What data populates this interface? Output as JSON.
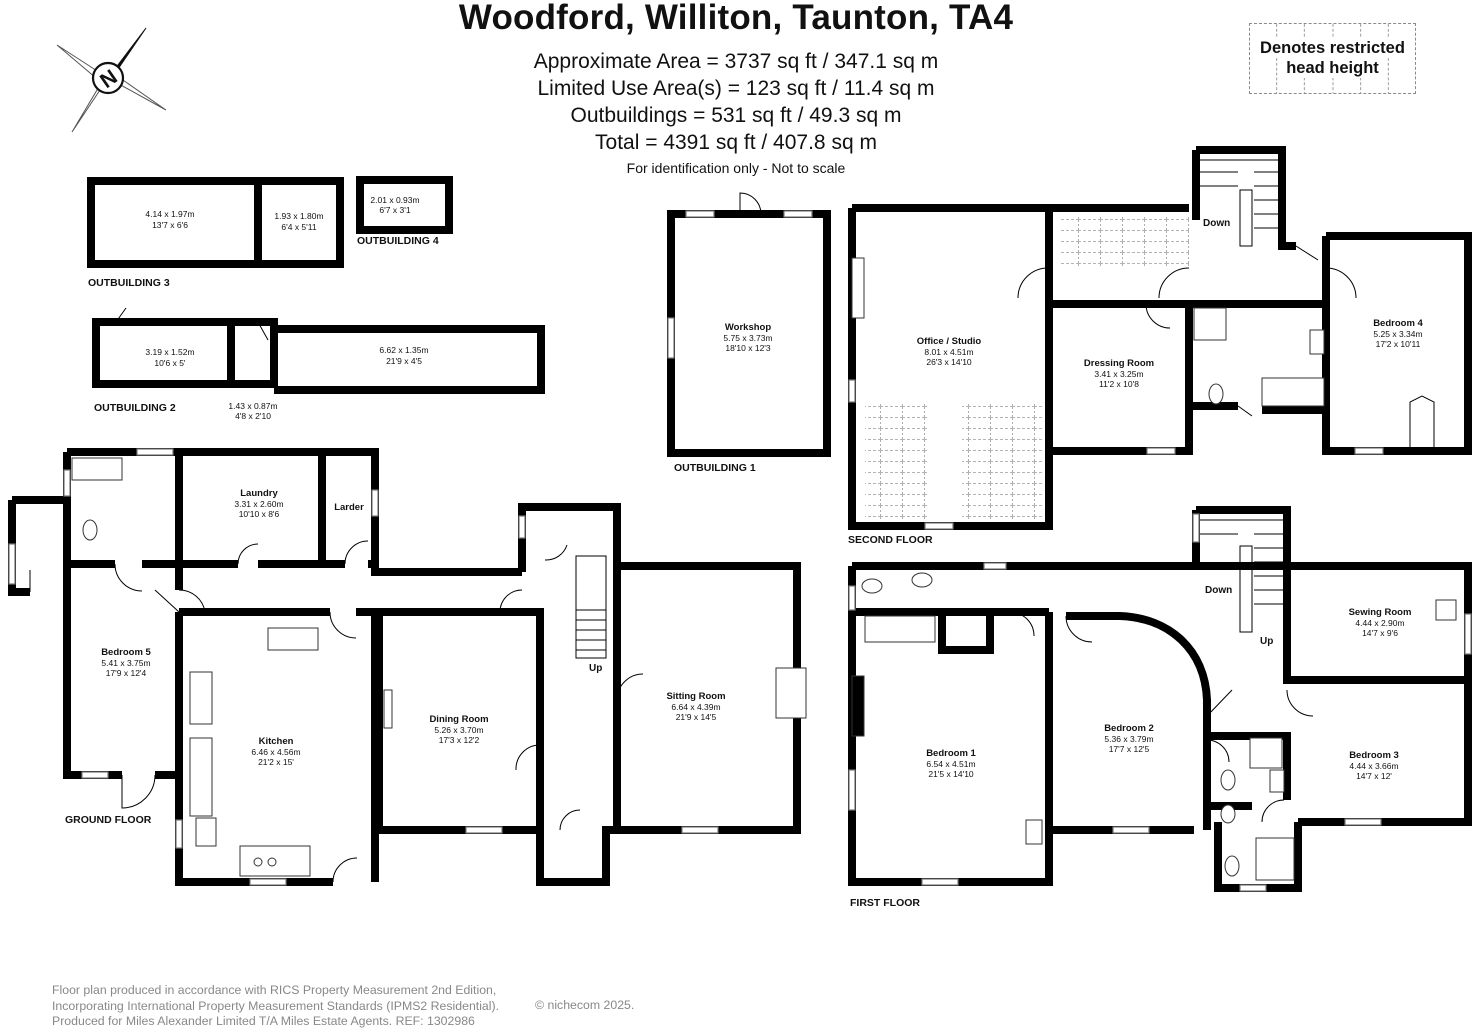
{
  "header": {
    "title": "Woodford, Williton, Taunton, TA4",
    "area_lines": [
      "Approximate Area = 3737 sq ft / 347.1 sq m",
      "Limited Use Area(s) = 123 sq ft / 11.4 sq m",
      "Outbuildings = 531 sq ft / 49.3 sq m",
      "Total = 4391 sq ft / 407.8 sq m"
    ],
    "note": "For identification only - Not to scale"
  },
  "compass": {
    "letter": "N",
    "icon": "compass-icon"
  },
  "legend": {
    "line1": "Denotes restricted",
    "line2": "head height"
  },
  "floors": {
    "ground": "GROUND FLOOR",
    "first": "FIRST FLOOR",
    "second": "SECOND FLOOR",
    "outbuilding1": "OUTBUILDING 1",
    "outbuilding2": "OUTBUILDING 2",
    "outbuilding3": "OUTBUILDING 3",
    "outbuilding4": "OUTBUILDING 4"
  },
  "rooms": {
    "workshop": {
      "name": "Workshop",
      "metric": "5.75 x 3.73m",
      "imperial": "18'10 x 12'3"
    },
    "office": {
      "name": "Office / Studio",
      "metric": "8.01 x 4.51m",
      "imperial": "26'3 x 14'10"
    },
    "dressing": {
      "name": "Dressing Room",
      "metric": "3.41 x 3.25m",
      "imperial": "11'2 x 10'8"
    },
    "bedroom4": {
      "name": "Bedroom 4",
      "metric": "5.25 x 3.34m",
      "imperial": "17'2 x 10'11"
    },
    "laundry": {
      "name": "Laundry",
      "metric": "3.31 x 2.60m",
      "imperial": "10'10 x 8'6"
    },
    "larder": {
      "name": "Larder"
    },
    "bedroom5": {
      "name": "Bedroom 5",
      "metric": "5.41 x 3.75m",
      "imperial": "17'9 x 12'4"
    },
    "kitchen": {
      "name": "Kitchen",
      "metric": "6.46 x 4.56m",
      "imperial": "21'2 x 15'"
    },
    "dining": {
      "name": "Dining Room",
      "metric": "5.26 x 3.70m",
      "imperial": "17'3 x 12'2"
    },
    "sitting": {
      "name": "Sitting Room",
      "metric": "6.64 x 4.39m",
      "imperial": "21'9 x 14'5"
    },
    "bedroom1": {
      "name": "Bedroom 1",
      "metric": "6.54 x 4.51m",
      "imperial": "21'5 x 14'10"
    },
    "bedroom2": {
      "name": "Bedroom 2",
      "metric": "5.36 x 3.79m",
      "imperial": "17'7 x 12'5"
    },
    "sewing": {
      "name": "Sewing Room",
      "metric": "4.44 x 2.90m",
      "imperial": "14'7 x 9'6"
    },
    "bedroom3": {
      "name": "Bedroom 3",
      "metric": "4.44 x 3.66m",
      "imperial": "14'7 x 12'"
    },
    "ob3a": {
      "metric": "4.14 x 1.97m",
      "imperial": "13'7 x 6'6"
    },
    "ob3b": {
      "metric": "1.93 x 1.80m",
      "imperial": "6'4 x 5'11"
    },
    "ob4": {
      "metric": "2.01 x 0.93m",
      "imperial": "6'7 x 3'1"
    },
    "ob2a": {
      "metric": "3.19 x 1.52m",
      "imperial": "10'6 x 5'"
    },
    "ob2b": {
      "metric": "6.62 x 1.35m",
      "imperial": "21'9 x 4'5"
    },
    "ob2c": {
      "metric": "1.43 x 0.87m",
      "imperial": "4'8 x 2'10"
    }
  },
  "stairs": {
    "ground_up": "Up",
    "first_down": "Down",
    "first_up": "Up",
    "second_down": "Down"
  },
  "footer": {
    "line1": "Floor plan produced in accordance with RICS Property Measurement 2nd Edition,",
    "line2": "Incorporating International Property Measurement Standards (IPMS2 Residential).",
    "line3": "Produced for Miles Alexander Limited T/A Miles Estate Agents.   REF: 1302986",
    "copyright": "© nichecom 2025."
  }
}
